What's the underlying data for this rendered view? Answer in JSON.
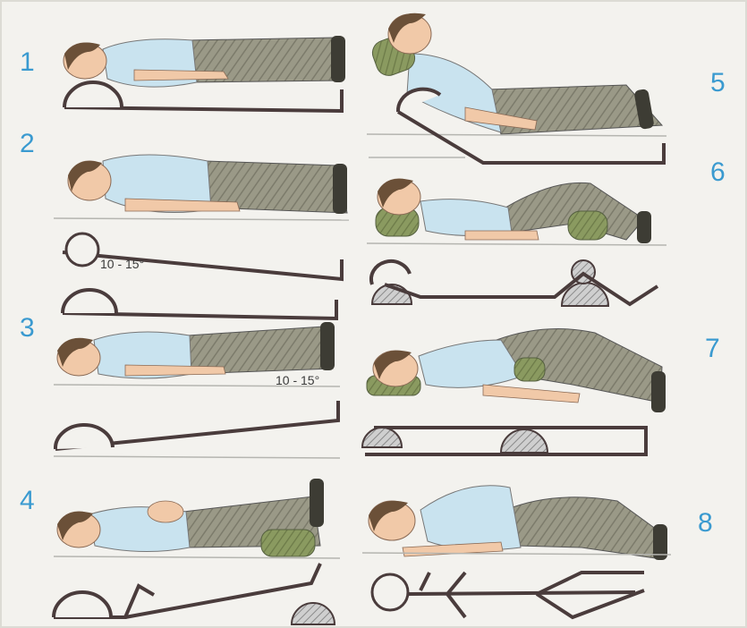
{
  "panels": [
    {
      "number": "1"
    },
    {
      "number": "2",
      "angle": "10 - 15°"
    },
    {
      "number": "3",
      "angle": "10 - 15°"
    },
    {
      "number": "4"
    },
    {
      "number": "5"
    },
    {
      "number": "6"
    },
    {
      "number": "7"
    },
    {
      "number": "8"
    }
  ],
  "colors": {
    "number": "#3a9ad0",
    "shirt": "#c9e3ef",
    "trousers": "#8f8e7e",
    "roll": "#7f8f58",
    "skin": "#f1c9a8",
    "hair": "#6b5038",
    "shoes": "#3d3c34",
    "line": "#4a3c3c",
    "hatch": "#a7a7a7"
  }
}
